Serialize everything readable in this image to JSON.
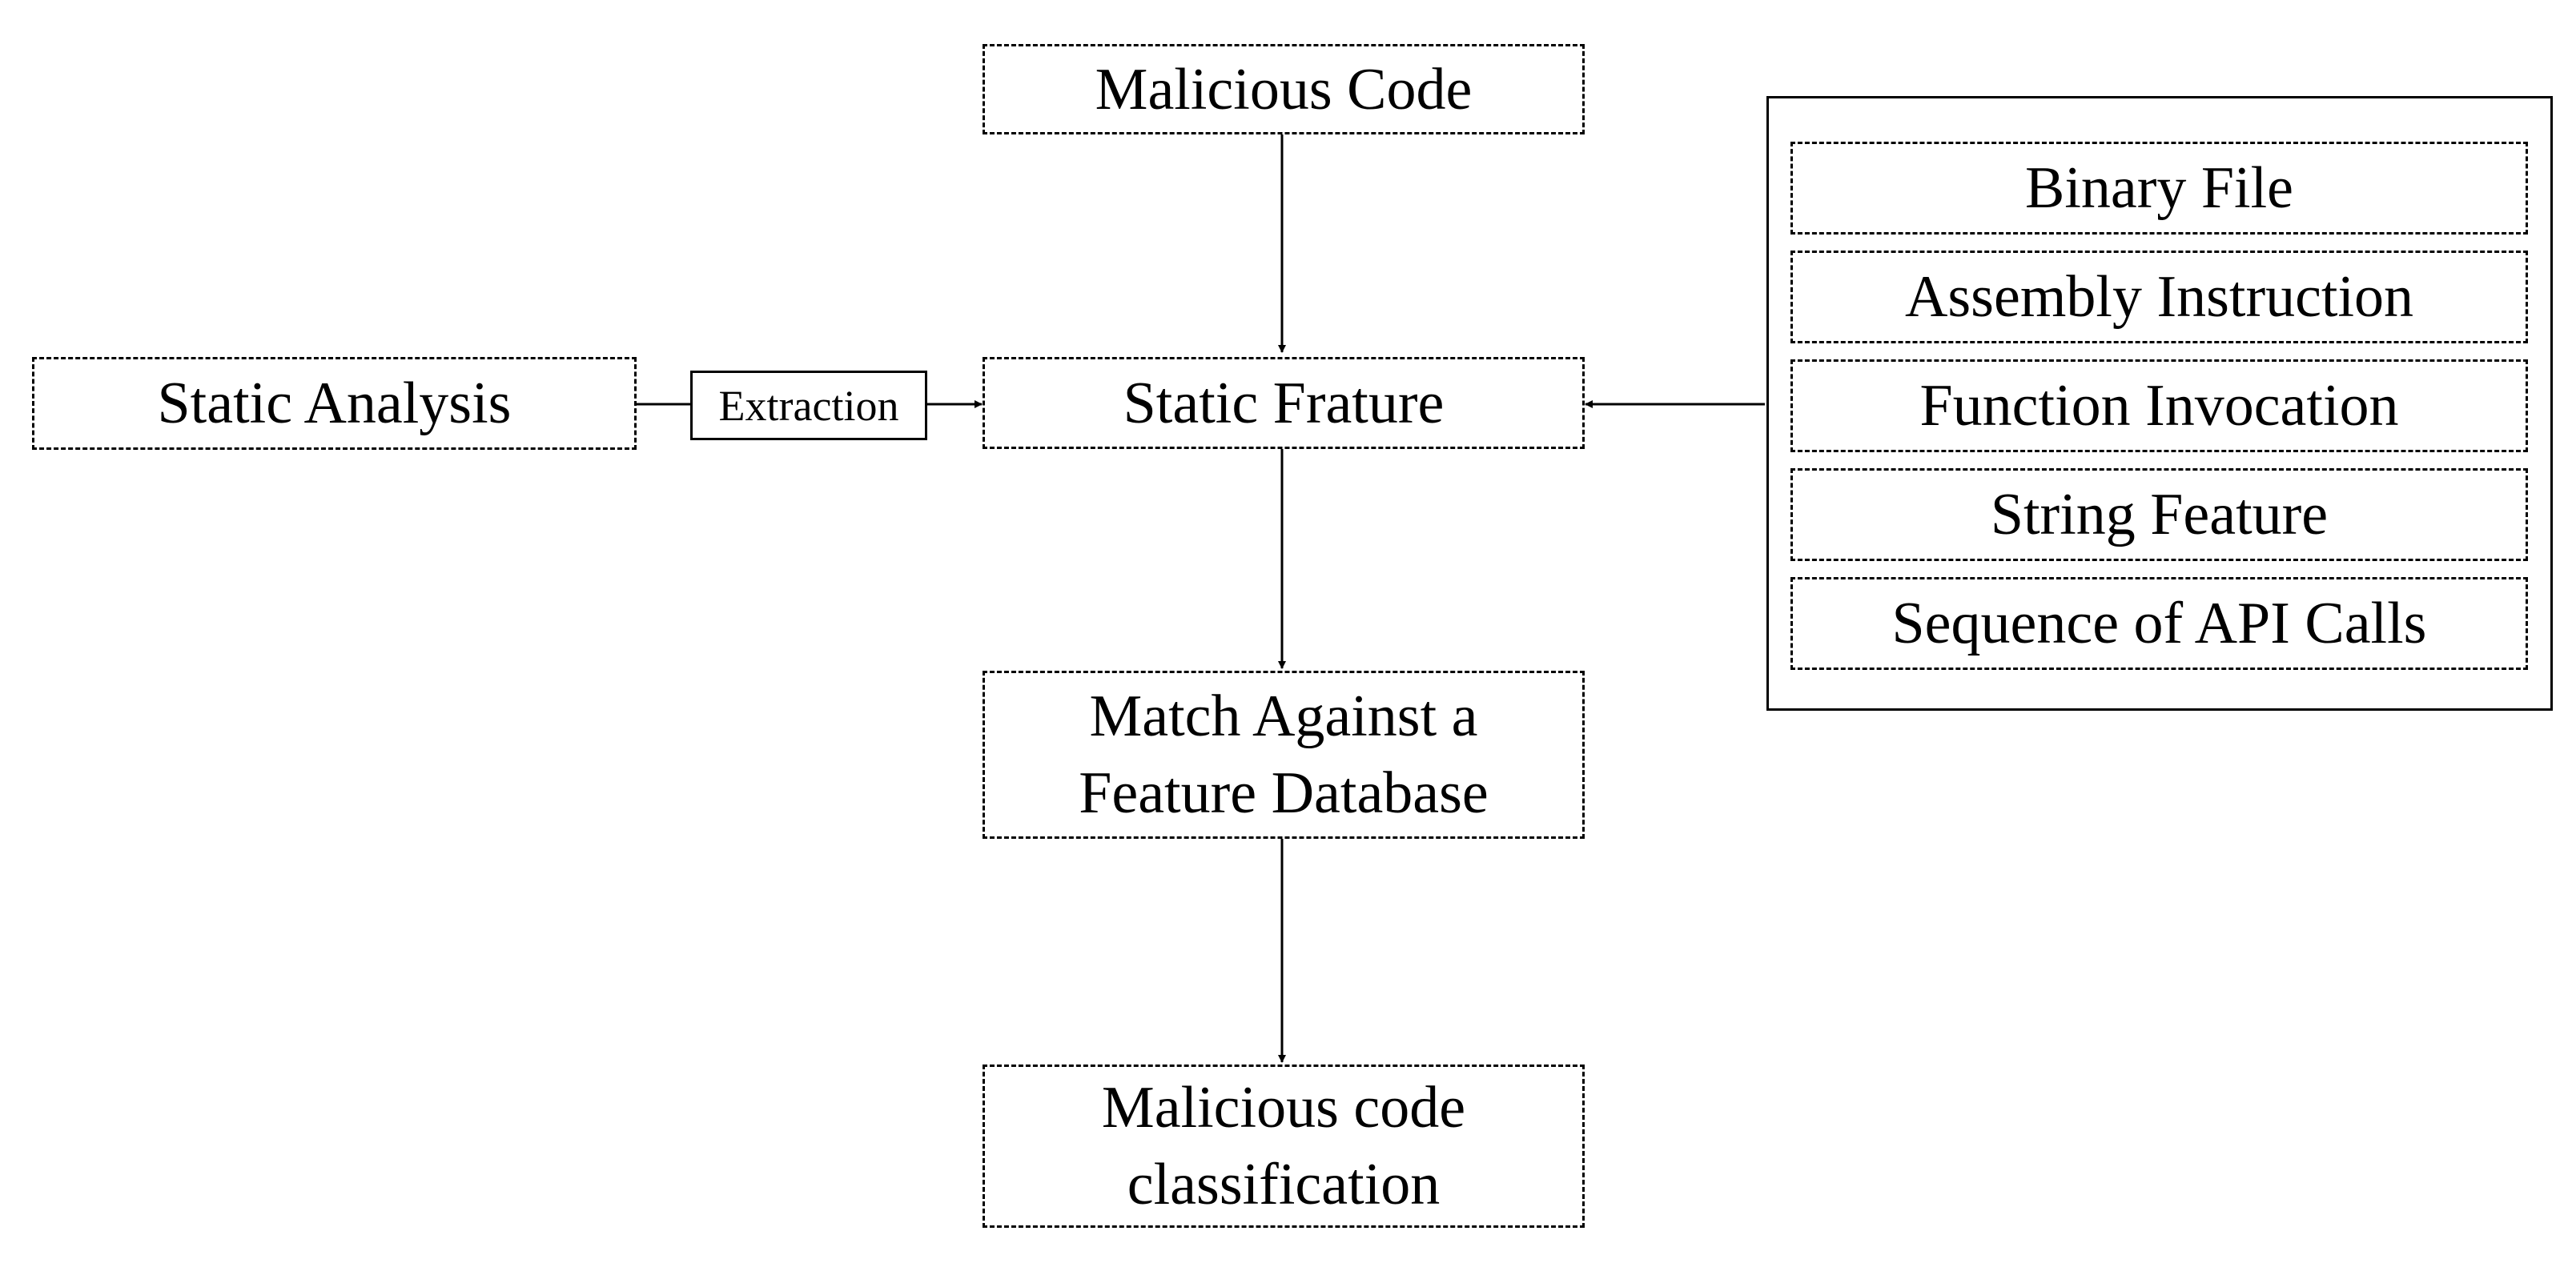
{
  "nodes": {
    "malicious_code": "Malicious Code",
    "static_analysis": "Static Analysis",
    "extraction": "Extraction",
    "static_feature": "Static Frature",
    "match_database": [
      "Match Against a",
      "Feature Database"
    ],
    "classification": [
      "Malicious code",
      "classification"
    ]
  },
  "feature_types": [
    "Binary File",
    "Assembly Instruction",
    "Function Invocation",
    "String Feature",
    "Sequence of API Calls"
  ]
}
